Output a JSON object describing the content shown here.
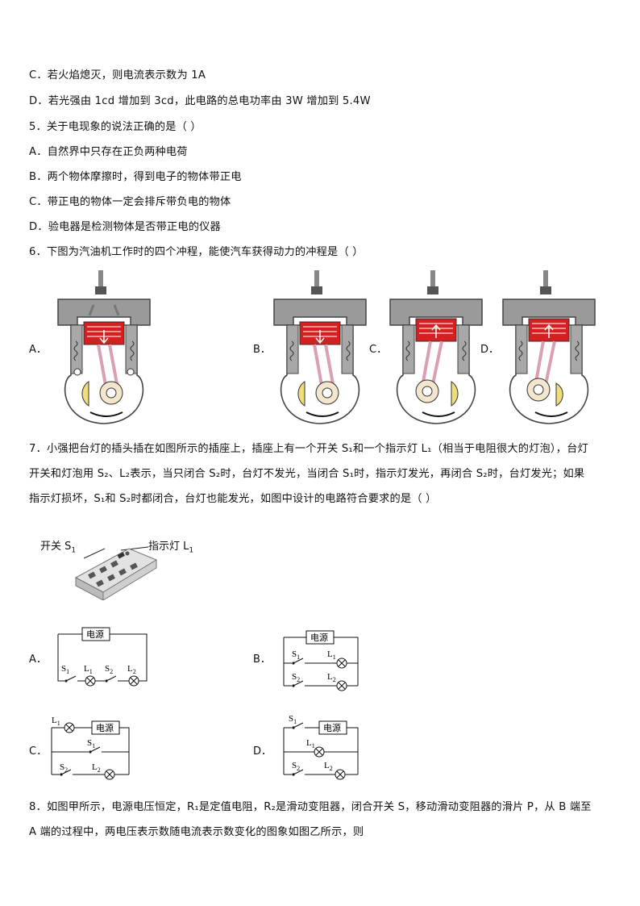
{
  "questions": {
    "q4": {
      "optC": "C．若火焰熄灭，则电流表示数为 1A",
      "optD": "D．若光强由 1cd 增加到 3cd，此电路的总电功率由 3W 增加到 5.4W"
    },
    "q5": {
      "stem": "5．关于电现象的说法正确的是（    ）",
      "optA": "A．自然界中只存在正负两种电荷",
      "optB": "B．两个物体摩擦时，得到电子的物体带正电",
      "optC": "C．带正电的物体一定会排斥带负电的物体",
      "optD": "D．验电器是检测物体是否带正电的仪器"
    },
    "q6": {
      "stem": "6．下图为汽油机工作时的四个冲程，能使汽车获得动力的冲程是（      ）",
      "labels": [
        "A．",
        "B．",
        "C．",
        "D．"
      ]
    },
    "q7": {
      "stem1": "7．小强把台灯的插头插在如图所示的插座上，插座上有一个开关 S₁和一个指示灯 L₁（相当于电阻很大的灯泡），台灯",
      "stem2": "开关和灯泡用 S₂、L₂表示，当只闭合 S₂时，台灯不发光，当闭合 S₁时，指示灯发光，再闭合 S₂时，台灯发光；如果",
      "stem3": "指示灯损坏，S₁和 S₂时都闭合，台灯也能发光，如图中设计的电路符合要求的是（      ）",
      "switch_label": "开关 S",
      "switch_sub": "1",
      "lamp_label": "指示灯 L",
      "lamp_sub": "1",
      "labels": [
        "A．",
        "B．",
        "C．",
        "D．"
      ],
      "power": "电源",
      "s1": "S",
      "s2": "S",
      "l1": "L",
      "l2": "L",
      "sub1": "1",
      "sub2": "2"
    },
    "q8": {
      "stem1": "8．如图甲所示，电源电压恒定，R₁是定值电阻，R₂是滑动变阻器，闭合开关 S，移动滑动变阻器的滑片 P，从 B 端至",
      "stem2": "A 端的过程中，两电压表示数随电流表示数变化的图象如图乙所示，则"
    }
  }
}
